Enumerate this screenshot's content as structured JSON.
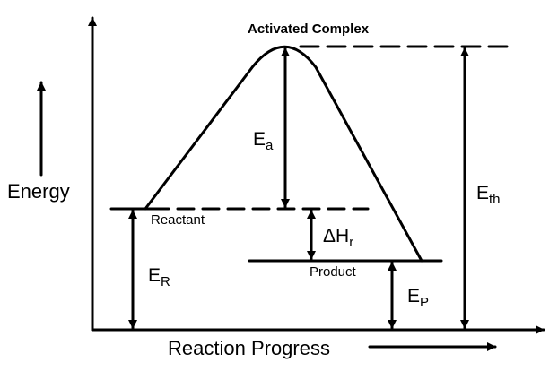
{
  "labels": {
    "activated_complex": "Activated Complex",
    "energy": "Energy",
    "reactant": "Reactant",
    "product": "Product",
    "reaction_progress": "Reaction Progress"
  },
  "symbols": {
    "ea_main": "E",
    "ea_sub": "a",
    "eth_main": "E",
    "eth_sub": "th",
    "er_main": "E",
    "er_sub": "R",
    "ep_main": "E",
    "ep_sub": "P",
    "dh_main": "ΔH",
    "dh_sub": "r"
  },
  "colors": {
    "ink": "#000000",
    "background": "#ffffff"
  }
}
